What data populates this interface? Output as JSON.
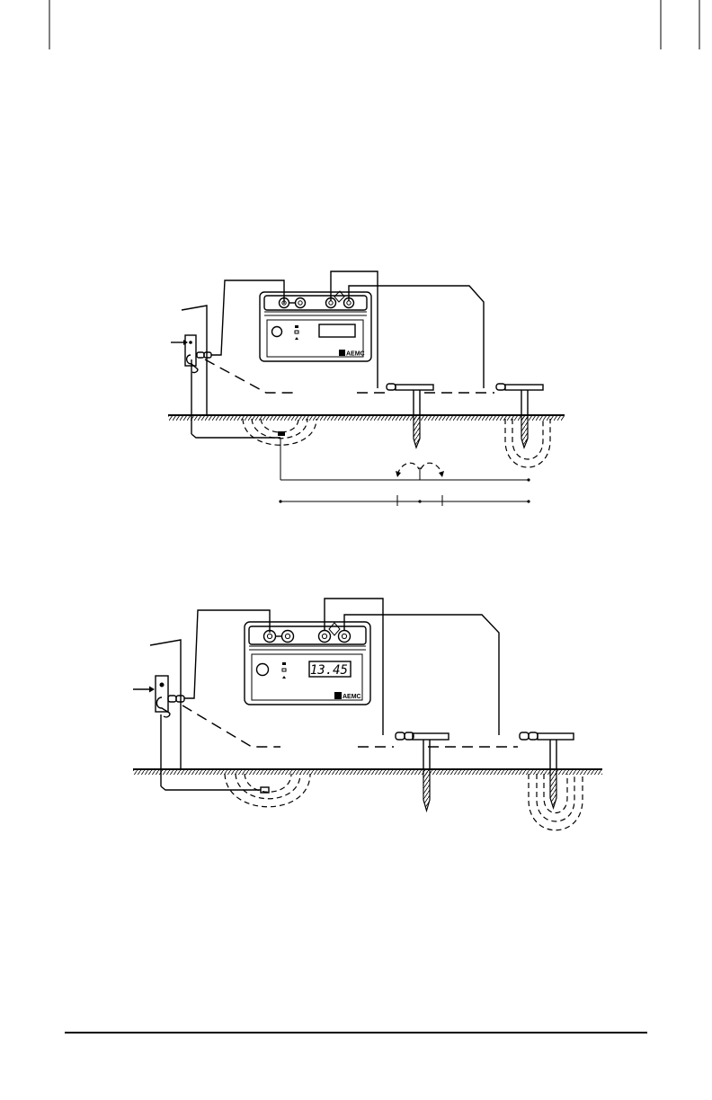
{
  "figure1": {
    "meter": {
      "brand": "AEMC",
      "display": ""
    }
  },
  "figure2": {
    "meter": {
      "brand": "AEMC",
      "display": "13.45"
    }
  }
}
